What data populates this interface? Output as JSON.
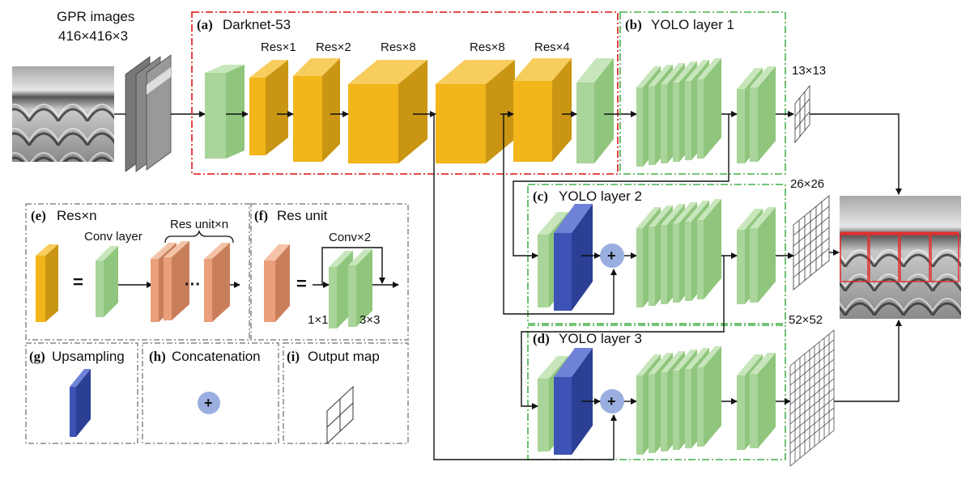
{
  "input": {
    "title": "GPR images",
    "size": "416×416×3"
  },
  "darknet": {
    "label": "(a)",
    "title": "Darknet-53",
    "res_labels": [
      "Res×1",
      "Res×2",
      "Res×8",
      "Res×8",
      "Res×4"
    ]
  },
  "yolo1": {
    "label": "(b)",
    "title": "YOLO layer 1",
    "grid": "13×13"
  },
  "yolo2": {
    "label": "(c)",
    "title": "YOLO layer 2",
    "grid": "26×26"
  },
  "yolo3": {
    "label": "(d)",
    "title": "YOLO layer 3",
    "grid": "52×52"
  },
  "legend": {
    "e": {
      "label": "(e)",
      "title": "Res×n",
      "conv": "Conv layer",
      "resunit": "Res unit×n",
      "eq": "=",
      "dots": "···"
    },
    "f": {
      "label": "(f)",
      "title": "Res unit",
      "conv": "Conv×2",
      "k1": "1×1",
      "k3": "3×3",
      "eq": "="
    },
    "g": {
      "label": "(g)",
      "title": "Upsampling"
    },
    "h": {
      "label": "(h)",
      "title": "Concatenation"
    },
    "i": {
      "label": "(i)",
      "title": "Output map"
    }
  },
  "plus": "+",
  "colors": {
    "green": "#a9d59a",
    "orange": "#f2b51a",
    "salmon": "#e9a07a",
    "blue": "#3d53b5",
    "circle": "#9aaee0",
    "red_box": "#e03030",
    "green_box": "#45b04a",
    "gray_box": "#888888"
  }
}
